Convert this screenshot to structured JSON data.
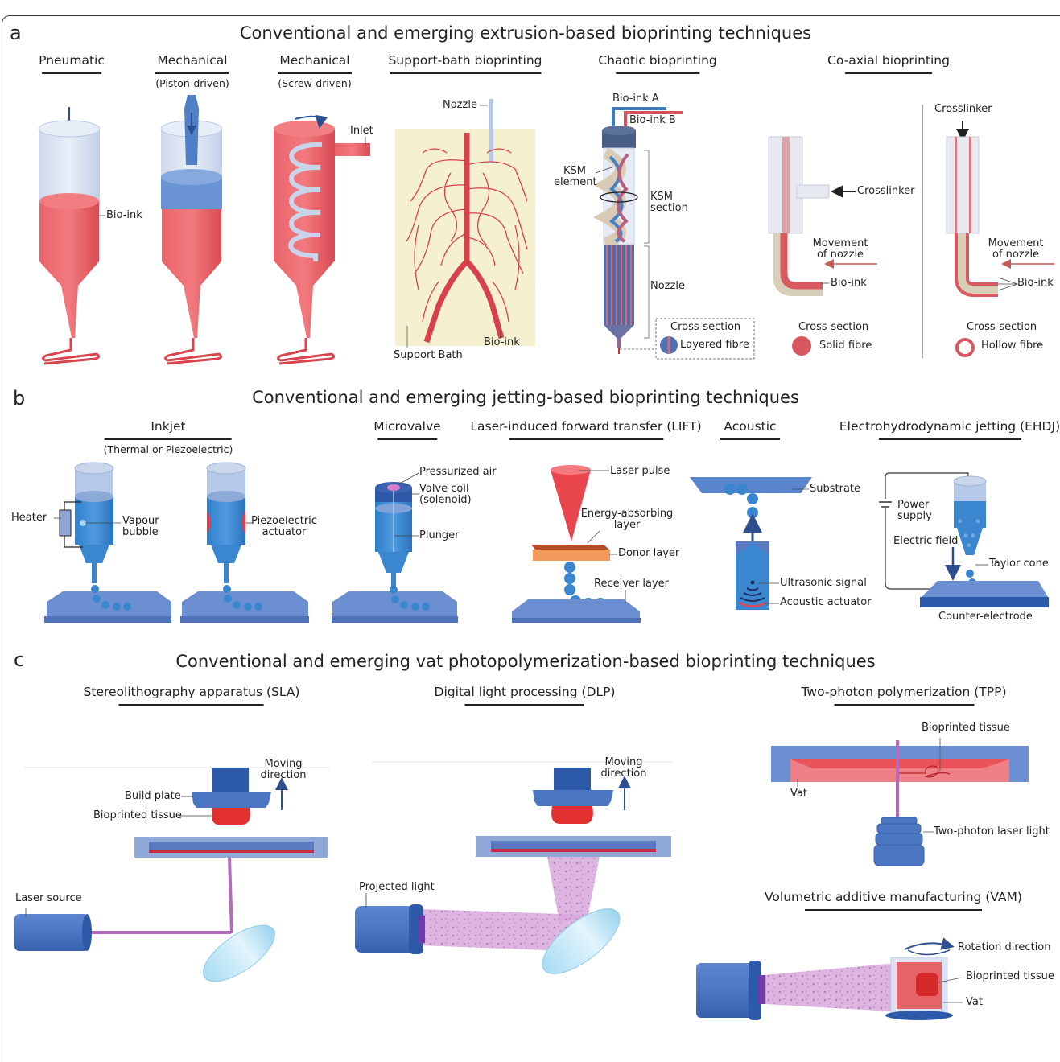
{
  "colors": {
    "bioink_red": "#e8545a",
    "glass_blue": "#c9d6ec",
    "piston_blue": "#4f7fc6",
    "jet_blue": "#3a86cf",
    "plate_blue": "#6b8fd1",
    "dark_blue": "#2d5aa8",
    "support_bath": "#f5f0cf",
    "beam_purple": "#c88fd0",
    "donor_orange": "#f29a5b"
  },
  "panels": {
    "a": {
      "letter": "a",
      "title": "Conventional and emerging extrusion-based bioprinting techniques",
      "techniques": [
        {
          "name": "Pneumatic",
          "note": ""
        },
        {
          "name": "Mechanical",
          "note": "(Piston-driven)"
        },
        {
          "name": "Mechanical",
          "note": "(Screw-driven)"
        },
        {
          "name": "Support-bath bioprinting",
          "note": ""
        },
        {
          "name": "Chaotic bioprinting",
          "note": ""
        },
        {
          "name": "Co-axial bioprinting",
          "note": ""
        }
      ],
      "labels": {
        "pneumatic_bioink": "Bio-ink",
        "screw_inlet": "Inlet",
        "support_nozzle": "Nozzle",
        "support_bath": "Support Bath",
        "support_bioink": "Bio-ink",
        "chaotic_bioink_a": "Bio-ink A",
        "chaotic_bioink_b": "Bio-ink B",
        "chaotic_ksm_element_1": "KSM",
        "chaotic_ksm_element_2": "element",
        "chaotic_ksm_section_1": "KSM",
        "chaotic_ksm_section_2": "section",
        "chaotic_nozzle": "Nozzle",
        "chaotic_cross_section": "Cross-section",
        "chaotic_layered_fibre": "Layered fibre",
        "coaxial_left_crosslinker": "Crosslinker",
        "coaxial_left_movement_1": "Movement",
        "coaxial_left_movement_2": "of nozzle",
        "coaxial_left_bioink": "Bio-ink",
        "coaxial_left_cross_section": "Cross-section",
        "coaxial_left_fibre": "Solid fibre",
        "coaxial_right_crosslinker": "Crosslinker",
        "coaxial_right_movement_1": "Movement",
        "coaxial_right_movement_2": "of nozzle",
        "coaxial_right_bioink": "Bio-ink",
        "coaxial_right_cross_section": "Cross-section",
        "coaxial_right_fibre": "Hollow fibre"
      }
    },
    "b": {
      "letter": "b",
      "title": "Conventional and emerging jetting-based bioprinting techniques",
      "techniques": [
        {
          "name": "Inkjet",
          "note": "(Thermal or Piezoelectric)"
        },
        {
          "name": "Microvalve",
          "note": ""
        },
        {
          "name": "Laser-induced forward transfer (LIFT)",
          "note": ""
        },
        {
          "name": "Acoustic",
          "note": ""
        },
        {
          "name": "Electrohydrodynamic jetting (EHDJ)",
          "note": ""
        }
      ],
      "labels": {
        "heater": "Heater",
        "vapour_1": "Vapour",
        "vapour_2": "bubble",
        "piezo_1": "Piezoelectric",
        "piezo_2": "actuator",
        "pressurized_air": "Pressurized air",
        "valve_coil_1": "Valve coil",
        "valve_coil_2": "(solenoid)",
        "plunger": "Plunger",
        "laser_pulse": "Laser pulse",
        "energy_1": "Energy-absorbing",
        "energy_2": "layer",
        "donor_layer": "Donor layer",
        "receiver_layer": "Receiver layer",
        "substrate": "Substrate",
        "ultrasonic": "Ultrasonic signal",
        "acoustic_actuator": "Acoustic actuator",
        "power_1": "Power",
        "power_2": "supply",
        "electric_field": "Electric  field",
        "taylor_cone": "Taylor cone",
        "counter_electrode": "Counter-electrode"
      }
    },
    "c": {
      "letter": "c",
      "title": "Conventional and emerging vat photopolymerization-based bioprinting techniques",
      "techniques": [
        {
          "name": "Stereolithography apparatus (SLA)",
          "note": ""
        },
        {
          "name": "Digital light processing (DLP)",
          "note": ""
        },
        {
          "name": "Two-photon polymerization (TPP)",
          "note": ""
        },
        {
          "name": "Volumetric additive manufacturing (VAM)",
          "note": ""
        }
      ],
      "labels": {
        "sla_moving_1": "Moving",
        "sla_moving_2": "direction",
        "sla_build_plate": "Build plate",
        "sla_tissue": "Bioprinted tissue",
        "sla_laser_source": "Laser source",
        "dlp_moving_1": "Moving",
        "dlp_moving_2": "direction",
        "dlp_projected": "Projected light",
        "tpp_tissue": "Bioprinted tissue",
        "tpp_vat": "Vat",
        "tpp_laser": "Two-photon laser light",
        "vam_rotation": "Rotation direction",
        "vam_tissue": "Bioprinted tissue",
        "vam_vat": "Vat"
      }
    }
  }
}
